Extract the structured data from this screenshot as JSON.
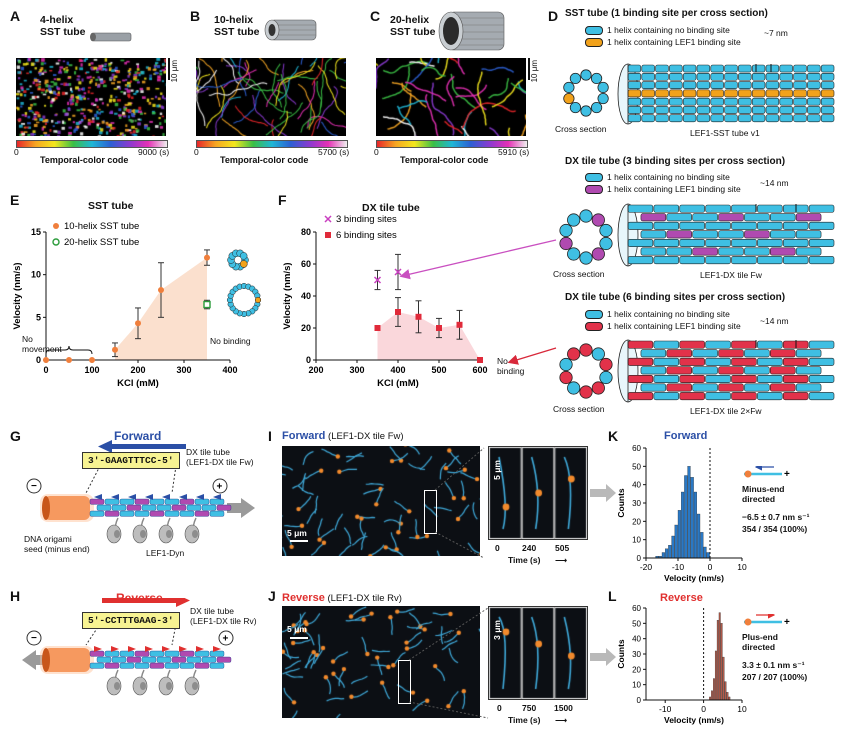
{
  "panels": {
    "A": {
      "letter": "A",
      "title": "4-helix\nSST tube",
      "cbar_min": "0",
      "cbar_max": "9000 (s)",
      "cbar_label": "Temporal-color code",
      "scalebar": "10 μm"
    },
    "B": {
      "letter": "B",
      "title": "10-helix\nSST tube",
      "cbar_min": "0",
      "cbar_max": "5700 (s)",
      "cbar_label": "Temporal-color code"
    },
    "C": {
      "letter": "C",
      "title": "20-helix\nSST tube",
      "cbar_min": "0",
      "cbar_max": "5910 (s)",
      "cbar_label": "Temporal-color code",
      "scalebar": "10 μm"
    },
    "D": {
      "letter": "D",
      "sections": [
        {
          "title": "SST tube (1 binding site per cross section)",
          "legend_none": "1 helix containing no binding site",
          "legend_bind": "1 helix containing LEF1 binding site",
          "spacing": "~7 nm",
          "cross": "Cross section",
          "name": "LEF1-SST tube v1",
          "bind_color": "#f2a21b"
        },
        {
          "title": "DX tile tube (3 binding sites per cross section)",
          "legend_none": "1 helix containing no binding site",
          "legend_bind": "1 helix containing LEF1 binding site",
          "spacing": "~14 nm",
          "cross": "Cross section",
          "name": "LEF1-DX tile Fw",
          "bind_color": "#b04ab0"
        },
        {
          "title": "DX tile tube (6 binding sites per cross section)",
          "legend_none": "1 helix containing no binding site",
          "legend_bind": "1 helix containing LEF1 binding site",
          "spacing": "~14 nm",
          "cross": "Cross section",
          "name": "LEF1-DX tile 2×Fw",
          "bind_color": "#e2324a"
        }
      ],
      "helix_color": "#3fbfe3"
    },
    "E": {
      "letter": "E",
      "no_movement": "No\nmovement",
      "no_binding": "No binding"
    },
    "F": {
      "letter": "F",
      "no_binding": "No\nbinding"
    },
    "G": {
      "letter": "G",
      "direction": "Forward",
      "seq": "3′-GAAGTTTCC-5′",
      "tube_label": "DX tile tube\n(LEF1-DX tile Fw)",
      "seed_label": "DNA origami\nseed (minus end)",
      "motor_label": "LEF1-Dyn",
      "minus": "−",
      "plus": "+"
    },
    "H": {
      "letter": "H",
      "direction": "Reverse",
      "seq": "5′-CCTTTGAAG-3′",
      "tube_label": "DX tile tube\n(LEF1-DX tile Rv)",
      "minus": "−",
      "plus": "+"
    },
    "I": {
      "letter": "I",
      "title": "Forward",
      "subtitle": " (LEF1-DX tile Fw)",
      "scalebar": "5 μm",
      "inset_scale": "5 μm",
      "times": [
        "0",
        "240",
        "505"
      ],
      "time_label": "Time (s)"
    },
    "J": {
      "letter": "J",
      "title": "Reverse",
      "subtitle": " (LEF1-DX tile Rv)",
      "scalebar": "5 μm",
      "inset_scale": "3 μm",
      "times": [
        "0",
        "750",
        "1500"
      ],
      "time_label": "Time (s)"
    },
    "K": {
      "letter": "K",
      "title": "Forward",
      "annot": "Minus-end\ndirected",
      "stat": "−6.5 ± 0.7 nm s⁻¹",
      "count": "354 / 354 (100%)"
    },
    "L": {
      "letter": "L",
      "title": "Reverse",
      "annot": "Plus-end\ndirected",
      "stat": "3.3 ± 0.1 nm s⁻¹",
      "count": "207 / 207 (100%)"
    }
  },
  "chart_data": [
    {
      "id": "E",
      "type": "scatter",
      "title": "SST tube",
      "xlabel": "KCl (mM)",
      "ylabel": "Velocity (nm/s)",
      "xlim": [
        0,
        400
      ],
      "ylim": [
        0,
        15
      ],
      "xticks": [
        0,
        100,
        200,
        300,
        400
      ],
      "yticks": [
        0,
        5,
        10,
        15
      ],
      "series": [
        {
          "name": "10-helix SST tube",
          "color": "#f07f3c",
          "x": [
            0,
            50,
            100,
            150,
            200,
            250,
            350
          ],
          "y": [
            0,
            0,
            0,
            1.2,
            4.3,
            8.2,
            12.0
          ],
          "err": [
            0,
            0,
            0,
            0.8,
            1.8,
            3.2,
            0.9
          ]
        },
        {
          "name": "20-helix SST tube",
          "color": "#2a9b3a",
          "x": [
            350
          ],
          "y": [
            6.5
          ],
          "err": [
            0.5
          ]
        }
      ]
    },
    {
      "id": "F",
      "type": "scatter",
      "title": "DX tile tube",
      "xlabel": "KCl (mM)",
      "ylabel": "Velocity (nm/s)",
      "xlim": [
        200,
        600
      ],
      "ylim": [
        0,
        80
      ],
      "xticks": [
        200,
        300,
        400,
        500,
        600
      ],
      "yticks": [
        0,
        20,
        40,
        60,
        80
      ],
      "series": [
        {
          "name": "3 binding sites",
          "color": "#c93fc0",
          "x": [
            350,
            400
          ],
          "y": [
            50,
            55
          ],
          "err": [
            6,
            11
          ]
        },
        {
          "name": "6 binding sites",
          "color": "#e02a3a",
          "x": [
            350,
            400,
            450,
            500,
            550,
            600
          ],
          "y": [
            20,
            30,
            27,
            20,
            22,
            0
          ],
          "err": [
            0,
            9,
            10,
            6,
            9,
            0
          ]
        }
      ]
    },
    {
      "id": "K",
      "type": "bar",
      "title": "Forward",
      "xlabel": "Velocity (nm/s)",
      "ylabel": "Counts",
      "xlim": [
        -20,
        10
      ],
      "ylim": [
        0,
        60
      ],
      "xticks": [
        -20,
        -10,
        0,
        10
      ],
      "yticks": [
        0,
        10,
        20,
        30,
        40,
        50,
        60
      ],
      "bin_start": -17,
      "bin_width": 1,
      "values": [
        1,
        1,
        3,
        5,
        7,
        12,
        18,
        26,
        36,
        45,
        50,
        44,
        36,
        24,
        14,
        6,
        3
      ],
      "color": "#2a78c4"
    },
    {
      "id": "L",
      "type": "bar",
      "title": "Reverse",
      "xlabel": "Velocity (nm/s)",
      "ylabel": "Counts",
      "xlim": [
        -15,
        10
      ],
      "ylim": [
        0,
        60
      ],
      "xticks": [
        -10,
        0,
        10
      ],
      "yticks": [
        0,
        10,
        20,
        30,
        40,
        50,
        60
      ],
      "bin_start": 1.5,
      "bin_width": 0.5,
      "values": [
        2,
        6,
        14,
        32,
        52,
        57,
        50,
        28,
        12,
        5,
        2
      ],
      "color": "#b35a4a"
    }
  ]
}
